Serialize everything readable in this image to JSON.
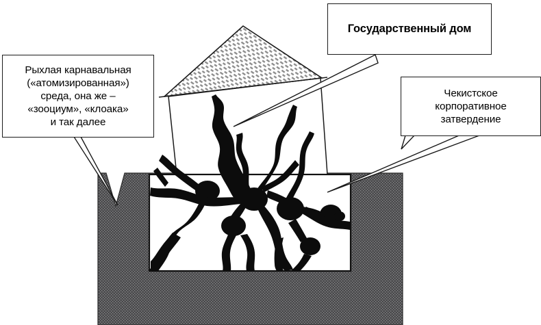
{
  "diagram": {
    "title_visible": false,
    "background_color": "#ffffff",
    "line_color": "#1a1a1a",
    "fill_dark": "#111111",
    "fill_gray": "#58585a",
    "fill_white": "#ffffff",
    "callouts": [
      {
        "id": "loose-carnival-environment",
        "name": "callout-loose-carnival-environment",
        "text": "Рыхлая карнавальная\n(«атомизированная»)\nсреда, она же –\n«зооциум», «клоака»\nи так далее",
        "bold": false,
        "position": "left",
        "points_to": "black-network-blobs"
      },
      {
        "id": "state-house",
        "name": "callout-state-house",
        "text": "Государственный дом",
        "bold": true,
        "position": "top-right",
        "points_to": "house-outline"
      },
      {
        "id": "chekist-corporate-hardening",
        "name": "callout-chekist-corporate-hardening",
        "text": "Чекистское\nкорпоративное\nзатвердение",
        "bold": false,
        "position": "right",
        "points_to": "gray-base-block"
      }
    ],
    "shapes": {
      "house_roof": "hatched triangle",
      "house_body": "outlined quadrilateral",
      "gray_base": "solid gray stepped block with notch",
      "inner_panel": "white rectangle containing black branching blobs",
      "black_network": "organic branching tendrils with round nodes"
    }
  }
}
